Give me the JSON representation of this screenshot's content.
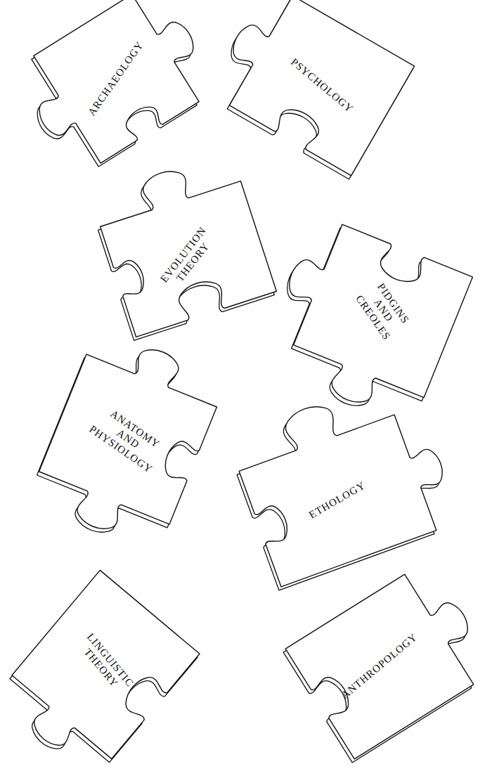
{
  "diagram": {
    "nodes": [
      {
        "text": [
          "ARCHAEOLOGY"
        ]
      },
      {
        "text": [
          "PSYCHOLOGY"
        ]
      },
      {
        "text": [
          "EVOLUTION THEORY"
        ]
      },
      {
        "text": [
          "PIDGINS AND CREOLES"
        ]
      },
      {
        "text": [
          "ANATOMY AND PHYSIOLOGY"
        ]
      },
      {
        "text": [
          "ETHOLOGY"
        ]
      },
      {
        "text": [
          "LINGUISTIC THEORY"
        ]
      },
      {
        "text": [
          "ANTHROPOLOGY"
        ]
      }
    ]
  }
}
